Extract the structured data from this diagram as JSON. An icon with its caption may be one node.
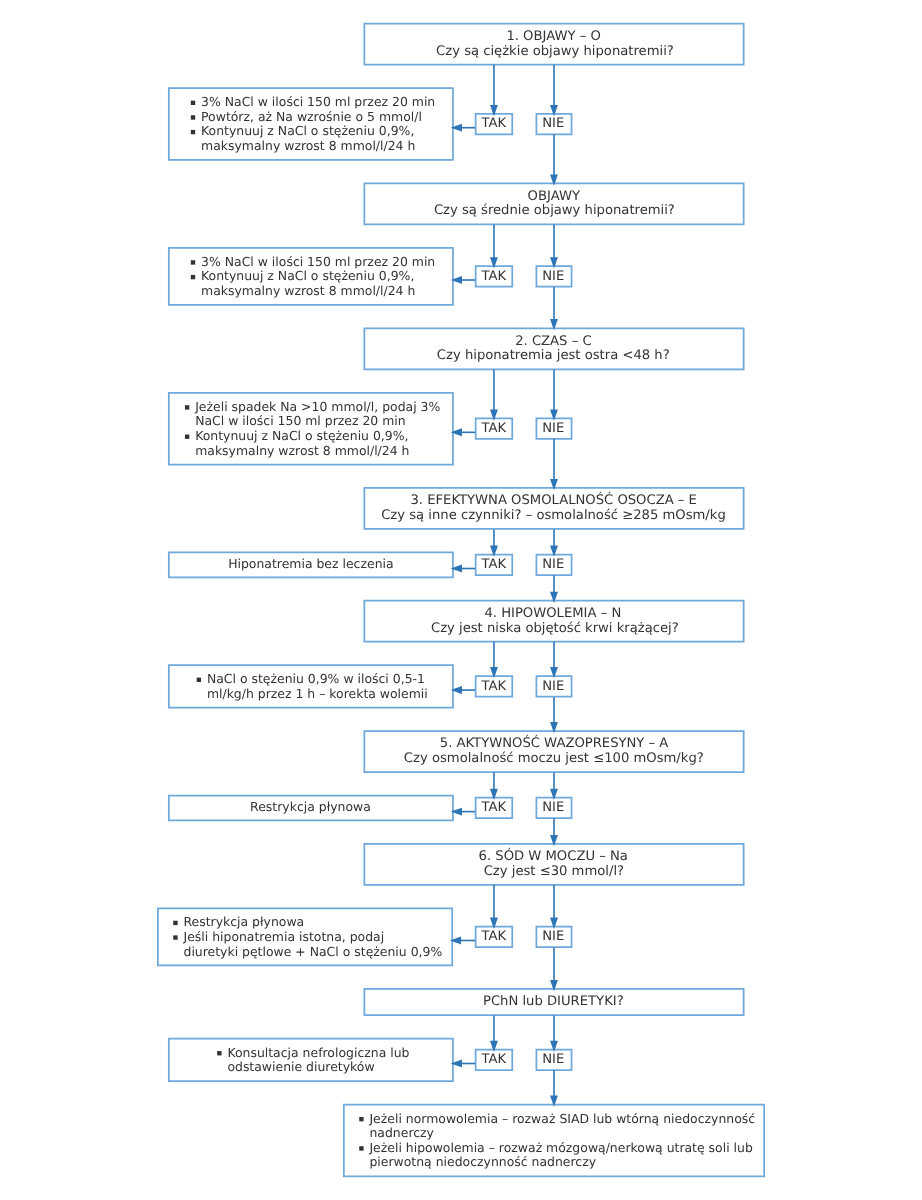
{
  "diagram": {
    "nodes": [
      {
        "text": [
          "1. OBJAWY – O",
          "Czy są ciężkie objawy hiponatremii?"
        ]
      },
      {
        "text": [
          "3% NaCl w ilości 150 ml przez 20 min",
          "Powtórz, aż Na wzrośnie o 5 mmol/l",
          "Kontynuuj z NaCl o stężeniu 0,9%, maksymalny wzrost 8 mmol/l/24 h"
        ]
      },
      {
        "text": [
          "TAK"
        ]
      },
      {
        "text": [
          "NIE"
        ]
      },
      {
        "text": [
          "OBJAWY",
          "Czy są średnie objawy hiponatremii?"
        ]
      },
      {
        "text": [
          "3% NaCl w ilości 150 ml przez 20 min",
          "Kontynuuj z NaCl o stężeniu 0,9%, maksymalny wzrost 8 mmol/l/24 h"
        ]
      },
      {
        "text": [
          "TAK"
        ]
      },
      {
        "text": [
          "NIE"
        ]
      },
      {
        "text": [
          "2. CZAS – C",
          "Czy hiponatremia jest ostra <48 h?"
        ]
      },
      {
        "text": [
          "Jeżeli spadek Na >10 mmol/l, podaj 3% NaCl w ilości 150 ml przez 20 min",
          "Kontynuuj z NaCl o stężeniu 0,9%, maksymalny wzrost 8 mmol/l/24 h"
        ]
      },
      {
        "text": [
          "TAK"
        ]
      },
      {
        "text": [
          "NIE"
        ]
      },
      {
        "text": [
          "3. EFEKTYWNA OSMOLALNOŚĆ OSOCZA – E",
          "Czy są inne czynniki? – osmolalność ≥285 mOsm/kg"
        ]
      },
      {
        "text": [
          "Hiponatremia bez leczenia"
        ]
      },
      {
        "text": [
          "TAK"
        ]
      },
      {
        "text": [
          "NIE"
        ]
      },
      {
        "text": [
          "4. HIPOWOLEMIA – N",
          "Czy jest niska objętość krwi krążącej?"
        ]
      },
      {
        "text": [
          "NaCl o stężeniu 0,9% w ilości 0,5-1 ml/kg/h przez 1 h – korekta wolemii"
        ]
      },
      {
        "text": [
          "TAK"
        ]
      },
      {
        "text": [
          "NIE"
        ]
      },
      {
        "text": [
          "5. AKTYWNOŚĆ WAZOPRESYNY – A",
          "Czy osmolalność moczu jest ≤100 mOsm/kg?"
        ]
      },
      {
        "text": [
          "Restrykcja płynowa"
        ]
      },
      {
        "text": [
          "TAK"
        ]
      },
      {
        "text": [
          "NIE"
        ]
      },
      {
        "text": [
          "6. SÓD W MOCZU – Na",
          "Czy jest ≤30 mmol/l?"
        ]
      },
      {
        "text": [
          "Restrykcja płynowa",
          "Jeśli hiponatremia istotna, podaj diuretyki pętlowe + NaCl o stężeniu 0,9%"
        ]
      },
      {
        "text": [
          "TAK"
        ]
      },
      {
        "text": [
          "NIE"
        ]
      },
      {
        "text": [
          "PChN lub DIURETYKI?"
        ]
      },
      {
        "text": [
          "Konsultacja nefrologiczna lub odstawienie diuretyków"
        ]
      },
      {
        "text": [
          "TAK"
        ]
      },
      {
        "text": [
          "NIE"
        ]
      },
      {
        "text": [
          "Jeżeli normowolemia – rozważ SIAD lub wtórną niedoczynność nadnerczy",
          "Jeżeli hipowolemia – rozważ mózgową/nerkową utratę soli lub pierwotną niedoczynność nadnerczy"
        ]
      }
    ],
    "edges": [
      {
        "from": 0,
        "to": 2,
        "arrow": "to"
      },
      {
        "from": 0,
        "to": 3,
        "arrow": "to"
      },
      {
        "from": 2,
        "to": 1,
        "arrow": "to"
      },
      {
        "from": 3,
        "to": 4,
        "arrow": "to"
      },
      {
        "from": 4,
        "to": 6,
        "arrow": "to"
      },
      {
        "from": 4,
        "to": 7,
        "arrow": "to"
      },
      {
        "from": 6,
        "to": 5,
        "arrow": "to"
      },
      {
        "from": 7,
        "to": 8,
        "arrow": "to"
      },
      {
        "from": 8,
        "to": 10,
        "arrow": "to"
      },
      {
        "from": 8,
        "to": 11,
        "arrow": "to"
      },
      {
        "from": 10,
        "to": 9,
        "arrow": "to"
      },
      {
        "from": 11,
        "to": 12,
        "arrow": "to"
      },
      {
        "from": 12,
        "to": 14,
        "arrow": "to"
      },
      {
        "from": 12,
        "to": 15,
        "arrow": "to"
      },
      {
        "from": 14,
        "to": 13,
        "arrow": "to"
      },
      {
        "from": 15,
        "to": 16,
        "arrow": "to"
      },
      {
        "from": 16,
        "to": 18,
        "arrow": "to"
      },
      {
        "from": 16,
        "to": 19,
        "arrow": "to"
      },
      {
        "from": 18,
        "to": 17,
        "arrow": "to"
      },
      {
        "from": 19,
        "to": 20,
        "arrow": "to"
      },
      {
        "from": 20,
        "to": 22,
        "arrow": "to"
      },
      {
        "from": 20,
        "to": 23,
        "arrow": "to"
      },
      {
        "from": 22,
        "to": 21,
        "arrow": "to"
      },
      {
        "from": 23,
        "to": 24,
        "arrow": "to"
      },
      {
        "from": 24,
        "to": 26,
        "arrow": "to"
      },
      {
        "from": 24,
        "to": 27,
        "arrow": "to"
      },
      {
        "from": 26,
        "to": 25,
        "arrow": "to"
      },
      {
        "from": 27,
        "to": 28,
        "arrow": "to"
      },
      {
        "from": 28,
        "to": 30,
        "arrow": "to"
      },
      {
        "from": 28,
        "to": 31,
        "arrow": "to"
      },
      {
        "from": 30,
        "to": 29,
        "arrow": "to"
      },
      {
        "from": 31,
        "to": 32,
        "arrow": "to"
      }
    ]
  }
}
